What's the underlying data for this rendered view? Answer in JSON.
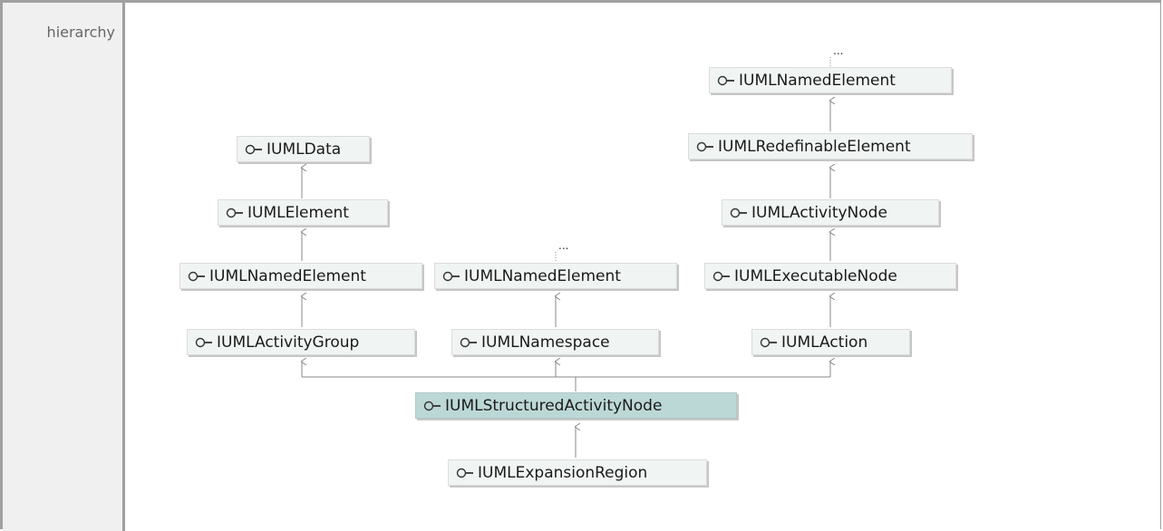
{
  "panel": {
    "label": "hierarchy"
  },
  "colors": {
    "node_fill": "#f0f4f2",
    "node_selected_fill": "#bcd8d6",
    "edge": "#888888",
    "frame": "#a0a0a0"
  },
  "nodes": {
    "iumldata": "IUMLData",
    "iumlelement": "IUMLElement",
    "iumlnamedelement_left": "IUMLNamedElement",
    "iumlactivitygroup": "IUMLActivityGroup",
    "iumlnamedelement_mid": "IUMLNamedElement",
    "iumlnamespace": "IUMLNamespace",
    "iumlnamedelement_right": "IUMLNamedElement",
    "iumlredefinableelement": "IUMLRedefinableElement",
    "iumlactivitynode": "IUMLActivityNode",
    "iumlexecutablenode": "IUMLExecutableNode",
    "iumlaction": "IUMLAction",
    "iumlstructuredactivitynode": "IUMLStructuredActivityNode",
    "iumlexpansionregion": "IUMLExpansionRegion"
  },
  "ellipsis": {
    "mid": "...",
    "right": "..."
  },
  "icon": "interface-lollipop-icon"
}
